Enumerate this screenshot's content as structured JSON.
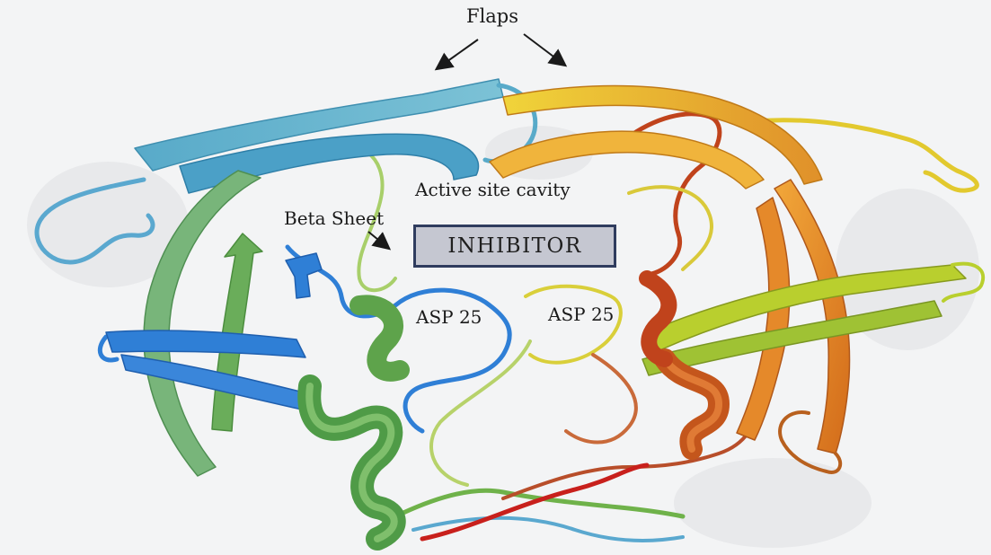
{
  "labels": {
    "flaps": "Flaps",
    "active_site": "Active site cavity",
    "beta_sheet": "Beta Sheet",
    "inhibitor": "INHIBITOR",
    "asp_left": "ASP 25",
    "asp_right": "ASP 25"
  },
  "colors": {
    "background": "#f3f4f5",
    "chain_a_blue": "#2f7fd6",
    "chain_a_cyan": "#58aac9",
    "chain_a_green": "#5ea34b",
    "chain_b_yellow": "#d9cf3a",
    "chain_b_orange": "#d7871f",
    "chain_b_red": "#c0431c",
    "inhibitor_fill": "#c5c7d1",
    "inhibitor_border": "#2f3c5e"
  }
}
